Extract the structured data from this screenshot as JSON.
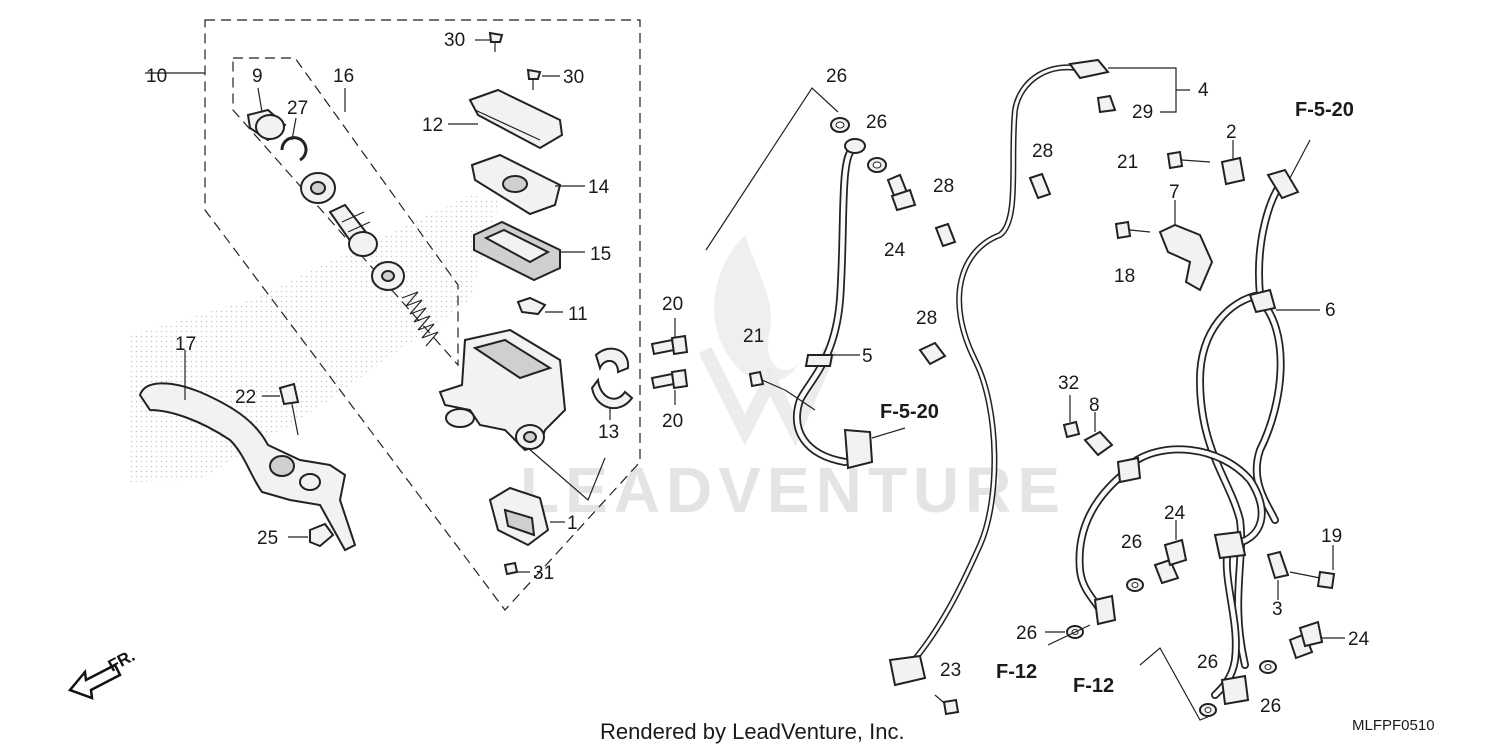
{
  "diagram": {
    "callouts": {
      "c1": "1",
      "c2": "2",
      "c3": "3",
      "c4": "4",
      "c5": "5",
      "c6": "6",
      "c7": "7",
      "c8": "8",
      "c9": "9",
      "c10": "10",
      "c11": "11",
      "c12": "12",
      "c13": "13",
      "c14": "14",
      "c15": "15",
      "c16": "16",
      "c17": "17",
      "c18": "18",
      "c19": "19",
      "c20a": "20",
      "c20b": "20",
      "c21a": "21",
      "c21b": "21",
      "c22": "22",
      "c23": "23",
      "c24a": "24",
      "c24b": "24",
      "c24c": "24",
      "c25": "25",
      "c26a": "26",
      "c26b": "26",
      "c26c": "26",
      "c26d": "26",
      "c26e": "26",
      "c26f": "26",
      "c27": "27",
      "c28a": "28",
      "c28b": "28",
      "c28c": "28",
      "c29": "29",
      "c30a": "30",
      "c30b": "30",
      "c31": "31",
      "c32": "32"
    },
    "refs": {
      "f520_top": "F-5-20",
      "f520_mid": "F-5-20",
      "f12_left": "F-12",
      "f12_right": "F-12"
    },
    "direction_label": "FR.",
    "watermark": "LEADVENTURE",
    "credit": "Rendered by LeadVenture, Inc.",
    "diagram_code": "MLFPF0510"
  }
}
